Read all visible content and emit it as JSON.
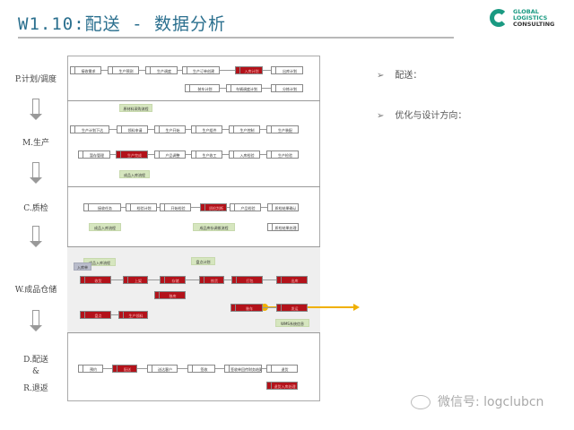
{
  "header": {
    "title": "W1.10:配送 - 数据分析",
    "logo_text": [
      "GLOBAL",
      "LOGISTICS",
      "CONSULTING"
    ]
  },
  "stages": [
    "P.计划/调度",
    "M.生产",
    "C.质检",
    "W.成品仓储",
    "D.配送",
    "&",
    "R.退返"
  ],
  "diagram": {
    "planning": [
      "接收需求",
      "生产预测",
      "生产调度",
      "生产订单创建",
      "入库计划",
      "出库计划",
      "装车计划",
      "车辆调度计划",
      "分拣计划"
    ],
    "manufacturing": [
      "原材料采购流程",
      "生产计划下达",
      "领料申请",
      "生产开始",
      "生产组件",
      "生产控制",
      "生产装配",
      "暂存管理",
      "生产完成",
      "产品调整",
      "生产收工",
      "入库检验",
      "生产检验",
      "成品入库流程"
    ],
    "quality": [
      "接收任务",
      "检验计划",
      "开始检验",
      "质检判断",
      "产品检验",
      "质检结果确认",
      "成品入库流程",
      "成品库存调拨流程",
      "质检结果处理"
    ],
    "warehouse": [
      "成品入库流程",
      "入库单",
      "收货",
      "上架",
      "存储",
      "移库",
      "盘点计划",
      "拣货",
      "打包",
      "出库",
      "盘点",
      "生产领料",
      "装车",
      "发运",
      "WMS系统信息"
    ],
    "delivery": [
      "预约",
      "配送",
      "送达客户",
      "签收",
      "签收单回传财务结算",
      "退货",
      "退货入库处理"
    ]
  },
  "right_panel": {
    "bullets": [
      "配送：",
      "优化与设计方向："
    ],
    "bullet_icon": "arrowhead-icon"
  },
  "watermark": "微信号: logclubcn",
  "colors": {
    "title": "#2a6f8e",
    "highlight": "#b3121a",
    "accent_line": "#f0b000"
  }
}
